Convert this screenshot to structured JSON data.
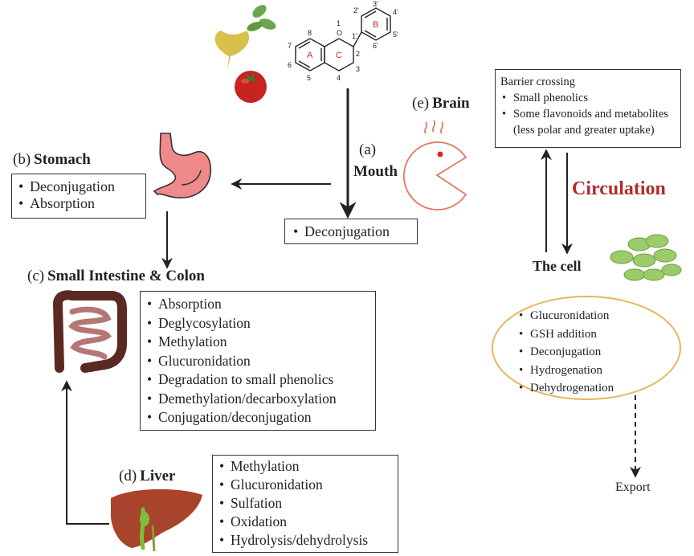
{
  "mouth": {
    "letter": "(a)",
    "name": "Mouth",
    "items": [
      "Deconjugation"
    ]
  },
  "stomach": {
    "letter": "(b)",
    "name": "Stomach",
    "items": [
      "Deconjugation",
      "Absorption"
    ]
  },
  "intestine": {
    "letter": "(c)",
    "name": "Small Intestine & Colon",
    "items": [
      "Absorption",
      "Deglycosylation",
      "Methylation",
      "Glucuronidation",
      "Degradation to small phenolics",
      "Demethylation/decarboxylation",
      "Conjugation/deconjugation"
    ]
  },
  "liver": {
    "letter": "(d)",
    "name": "Liver",
    "items": [
      "Methylation",
      "Glucuronidation",
      "Sulfation",
      "Oxidation",
      "Hydrolysis/dehydrolysis"
    ]
  },
  "brain": {
    "letter": "(e)",
    "name": "Brain"
  },
  "barrier": {
    "title": "Barrier crossing",
    "items": [
      "Small phenolics",
      "Some flavonoids and metabolites"
    ],
    "note": "(less polar and greater uptake)"
  },
  "circulation": {
    "label": "Circulation",
    "color": "#b22b2b"
  },
  "cell": {
    "label": "The cell",
    "items": [
      "Glucuronidation",
      "GSH addition",
      "Deconjugation",
      "Hydrogenation",
      "Dehydrogenation"
    ]
  },
  "export": {
    "label": "Export"
  },
  "flavonoid": {
    "atoms": [
      "O",
      "1",
      "2",
      "3",
      "4",
      "5",
      "6",
      "7",
      "8",
      "1'",
      "2'",
      "3'",
      "4'",
      "5'",
      "6'"
    ],
    "rings": [
      "A",
      "C",
      "B"
    ]
  },
  "colors": {
    "ring_label": "#c0302a",
    "oval_border": "#e8b55a",
    "stomach": "#f08a8a",
    "liver": "#a8432c",
    "colon": "#5a2a22",
    "cells": "#9ccc6a"
  }
}
